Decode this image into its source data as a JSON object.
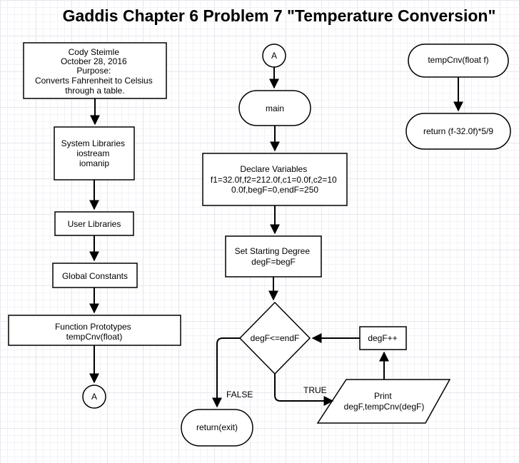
{
  "title": "Gaddis Chapter 6 Problem 7 \"Temperature Conversion\"",
  "header_block": [
    "Cody Steimle",
    "October 28, 2016",
    "Purpose:",
    "Converts Fahrenheit to Celsius",
    "through a table."
  ],
  "system_libraries": [
    "System Libraries",
    "iostream",
    "iomanip"
  ],
  "user_libraries": "User Libraries",
  "global_constants": "Global Constants",
  "function_prototypes": [
    "Function Prototypes",
    "tempCnv(float)"
  ],
  "connector_out": "A",
  "connector_in": "A",
  "main": "main",
  "declare_variables": [
    "Declare Variables",
    "f1=32.0f,f2=212.0f,c1=0.0f,c2=10",
    "0.0f,begF=0,endF=250"
  ],
  "set_start": [
    "Set Starting Degree",
    "degF=begF"
  ],
  "decision": "degF<=endF",
  "increment": "degF++",
  "print": [
    "Print",
    "degF,tempCnv(degF)"
  ],
  "return_exit": "return(exit)",
  "false_label": "FALSE",
  "true_label": "TRUE",
  "func_header": "tempCnv(float f)",
  "func_return": "return (f-32.0f)*5/9"
}
